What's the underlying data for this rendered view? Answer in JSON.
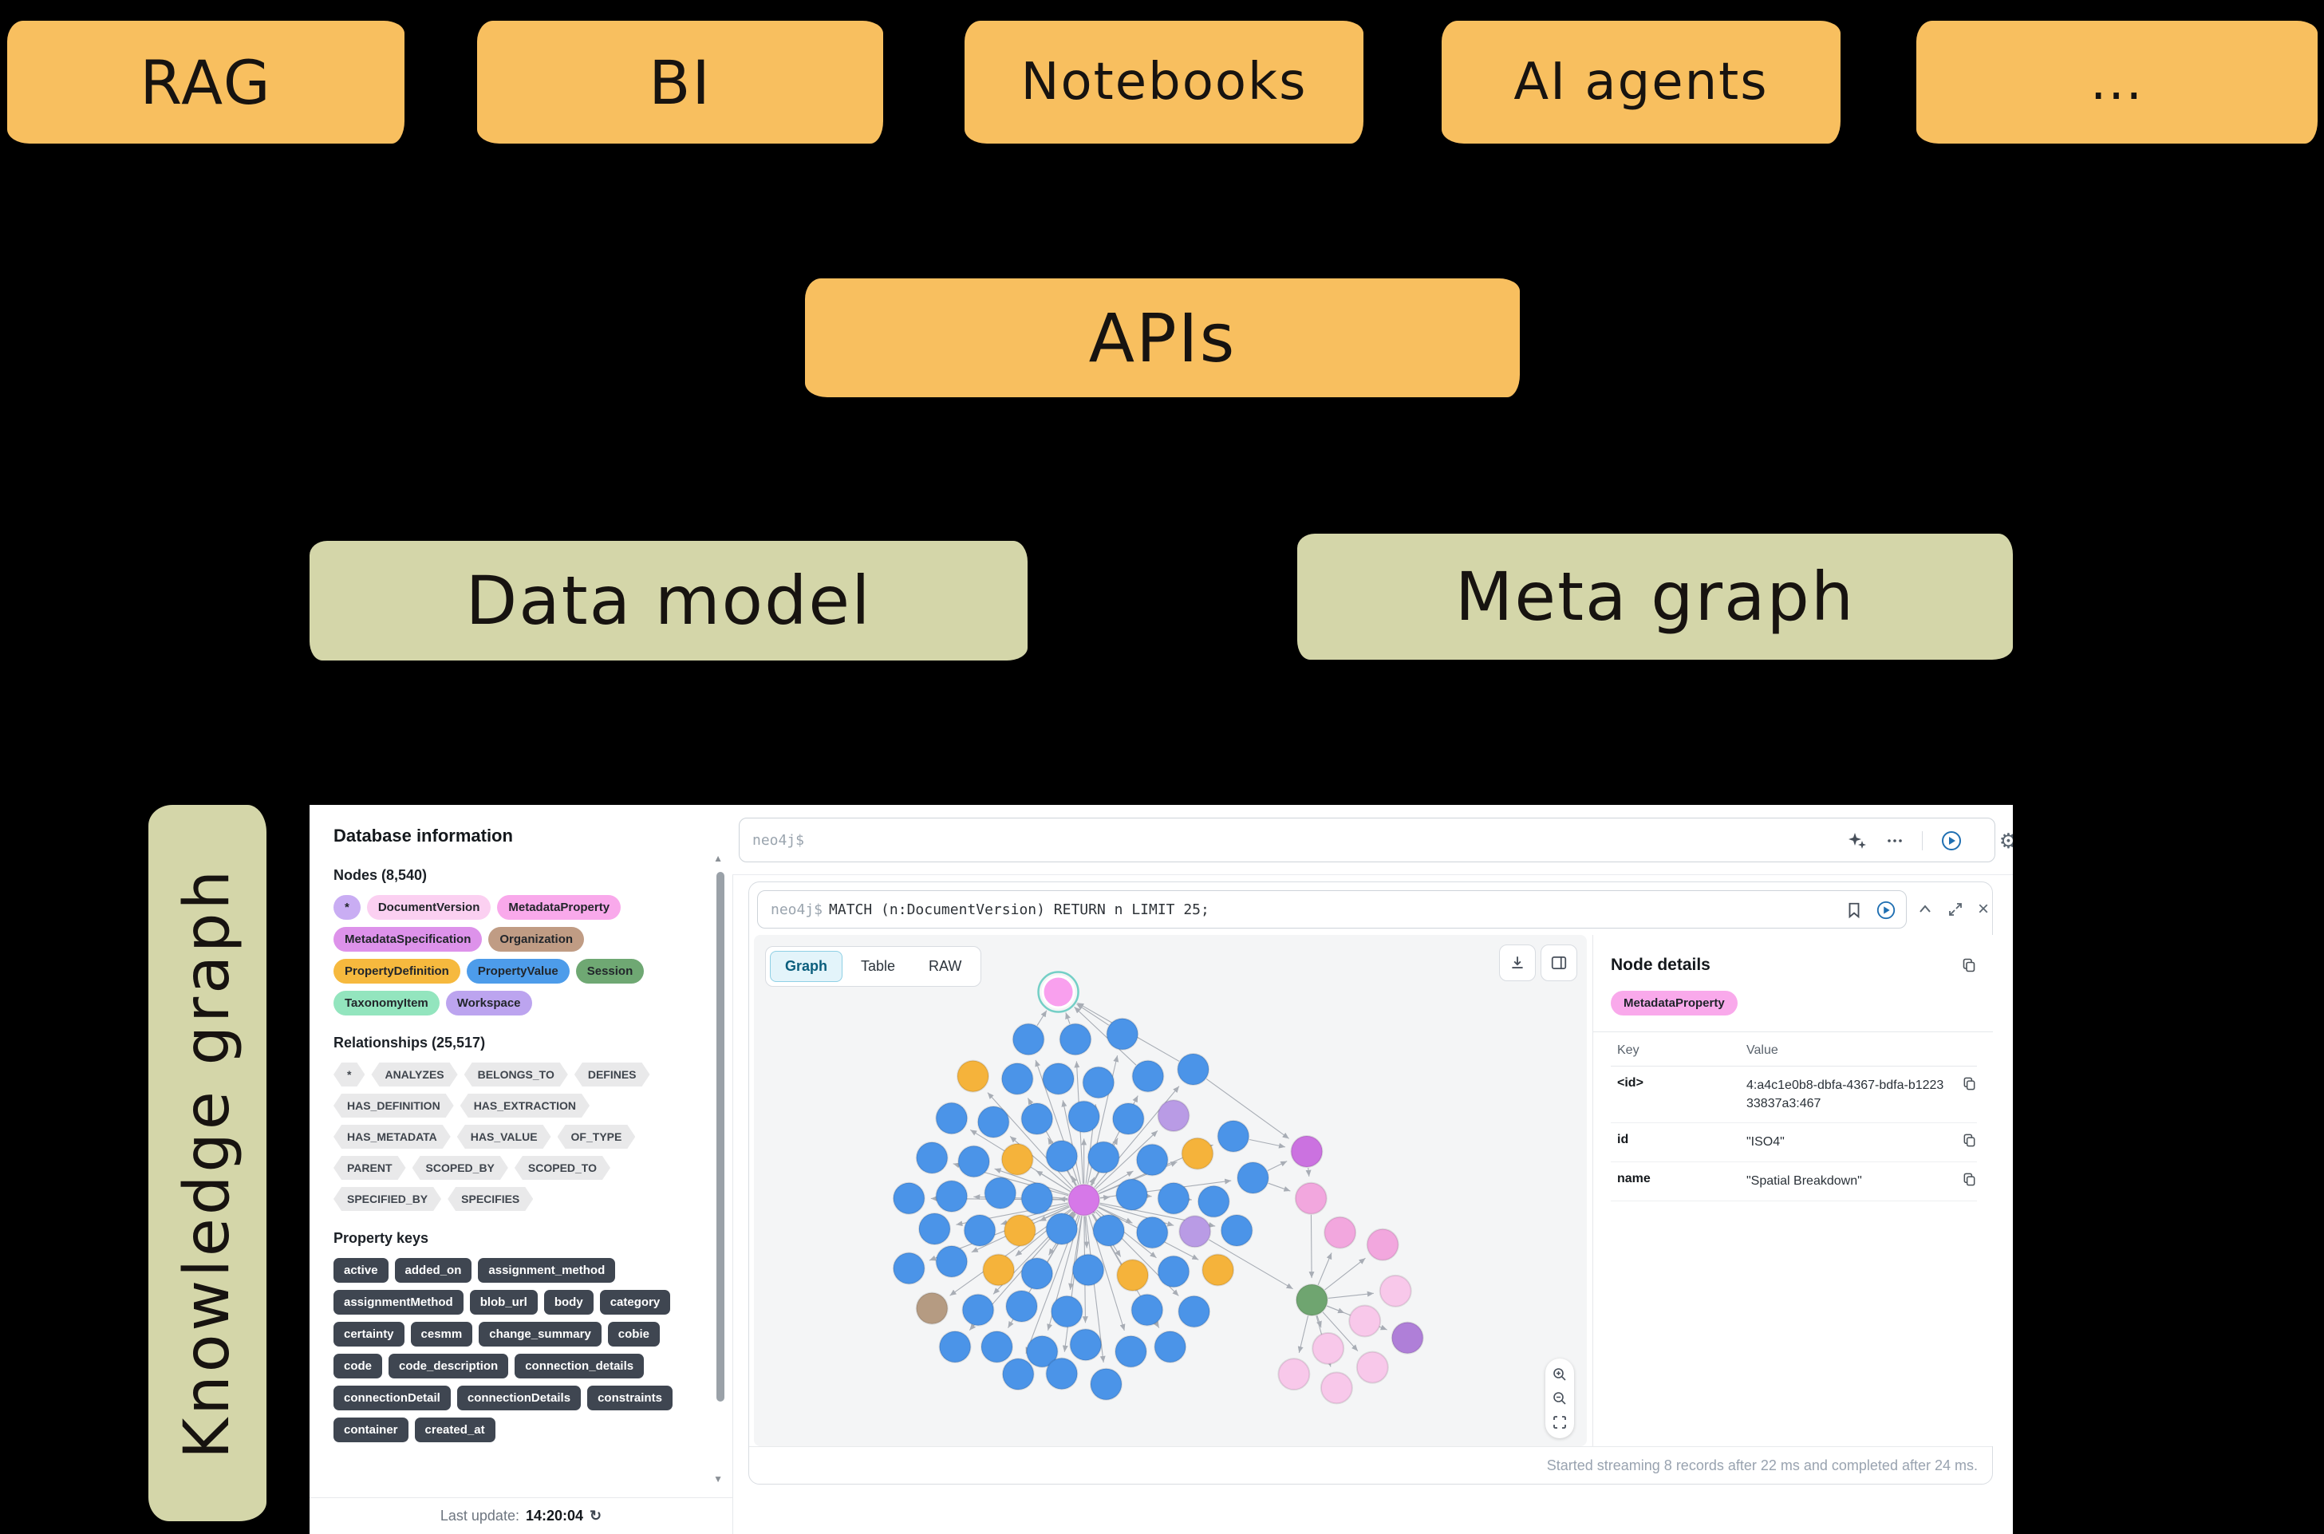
{
  "diagram": {
    "top_boxes": [
      "RAG",
      "BI",
      "Notebooks",
      "AI agents",
      "..."
    ],
    "apis_label": "APIs",
    "data_model_label": "Data model",
    "meta_graph_label": "Meta graph",
    "knowledge_graph_label": "Knowledge graph",
    "colors": {
      "sticky_orange": "#F8BF5F",
      "sticky_olive": "#D4D6A9",
      "background": "#000000"
    }
  },
  "neo4j": {
    "sidebar": {
      "title": "Database information",
      "nodes_header": "Nodes (8,540)",
      "node_labels": [
        {
          "label": "*",
          "color": "#C9ADF3"
        },
        {
          "label": "DocumentVersion",
          "color": "#FBD0F1"
        },
        {
          "label": "MetadataProperty",
          "color": "#F9A9EB"
        },
        {
          "label": "MetadataSpecification",
          "color": "#DD92EA"
        },
        {
          "label": "Organization",
          "color": "#C09C84"
        },
        {
          "label": "PropertyDefinition",
          "color": "#F6B93E"
        },
        {
          "label": "PropertyValue",
          "color": "#4D9CEA"
        },
        {
          "label": "Session",
          "color": "#6FA873"
        },
        {
          "label": "TaxonomyItem",
          "color": "#93E5BE"
        },
        {
          "label": "Workspace",
          "color": "#BCA4EF"
        }
      ],
      "relationships_header": "Relationships (25,517)",
      "relationship_types": [
        "*",
        "ANALYZES",
        "BELONGS_TO",
        "DEFINES",
        "HAS_DEFINITION",
        "HAS_EXTRACTION",
        "HAS_METADATA",
        "HAS_VALUE",
        "OF_TYPE",
        "PARENT",
        "SCOPED_BY",
        "SCOPED_TO",
        "SPECIFIED_BY",
        "SPECIFIES"
      ],
      "property_keys_header": "Property keys",
      "property_keys": [
        "active",
        "added_on",
        "assignment_method",
        "assignmentMethod",
        "blob_url",
        "body",
        "category",
        "certainty",
        "cesmm",
        "change_summary",
        "cobie",
        "code",
        "code_description",
        "connection_details",
        "connectionDetail",
        "connectionDetails",
        "constraints",
        "container",
        "created_at"
      ],
      "last_update_label": "Last update:",
      "last_update_time": "14:20:04"
    },
    "editor": {
      "prompt": "neo4j$"
    },
    "result": {
      "prompt": "neo4j$",
      "query": "MATCH (n:DocumentVersion) RETURN n LIMIT 25;",
      "tabs": [
        "Graph",
        "Table",
        "RAW"
      ],
      "active_tab": "Graph",
      "status": "Started streaming 8 records after 22 ms and completed after 24 ms."
    },
    "node_details": {
      "title": "Node details",
      "label": "MetadataProperty",
      "label_color": "#F9A9EB",
      "columns": [
        "Key",
        "Value"
      ],
      "rows": [
        {
          "key": "<id>",
          "value": "4:a4c1e0b8-dbfa-4367-bdfa-b122333837a3:467"
        },
        {
          "key": "id",
          "value": "\"ISO4\""
        },
        {
          "key": "name",
          "value": "\"Spatial Breakdown\""
        }
      ]
    },
    "graph": {
      "colors": {
        "B": "#4B94E8",
        "O": "#F5B33B",
        "P": "#B99BE5",
        "M": "#D678E8",
        "V": "#CB72E0",
        "K": "#F2A7DE",
        "L": "#F8C8EA",
        "S": "#F9A0EE",
        "G": "#6FA570",
        "N": "#B59B82",
        "U": "#AF7FD8",
        "edge": "#A8ADB5",
        "selected_ring": "#74CFC6"
      },
      "nodes": [
        [
          39.5,
          52,
          "M"
        ],
        [
          36.5,
          12.5,
          "S"
        ],
        [
          33,
          21.5,
          "B"
        ],
        [
          38.5,
          21.5,
          "B"
        ],
        [
          44,
          20.5,
          "B"
        ],
        [
          26.5,
          28.5,
          "O"
        ],
        [
          31.7,
          29,
          "B"
        ],
        [
          36.5,
          29,
          "B"
        ],
        [
          41.2,
          29.7,
          "B"
        ],
        [
          47,
          28.5,
          "B"
        ],
        [
          52.3,
          27.2,
          "B"
        ],
        [
          50,
          36,
          "P"
        ],
        [
          24,
          36.5,
          "B"
        ],
        [
          28.9,
          37.2,
          "B"
        ],
        [
          34,
          36.6,
          "B"
        ],
        [
          39.5,
          36.2,
          "B"
        ],
        [
          44.7,
          36.6,
          "B"
        ],
        [
          57,
          39.9,
          "B"
        ],
        [
          65.6,
          42.8,
          "V"
        ],
        [
          21.7,
          44,
          "B"
        ],
        [
          26.6,
          44.7,
          "B"
        ],
        [
          31.7,
          44.3,
          "O"
        ],
        [
          36.9,
          43.7,
          "B"
        ],
        [
          41.8,
          43.9,
          "B"
        ],
        [
          47.5,
          44.4,
          "B"
        ],
        [
          52.8,
          43.2,
          "O"
        ],
        [
          59.3,
          47.8,
          "B"
        ],
        [
          19,
          51.7,
          "B"
        ],
        [
          24,
          51.3,
          "B"
        ],
        [
          29.7,
          50.7,
          "B"
        ],
        [
          34,
          51.7,
          "B"
        ],
        [
          45.1,
          51,
          "B"
        ],
        [
          50,
          51.7,
          "B"
        ],
        [
          54.7,
          52.3,
          "B"
        ],
        [
          66.1,
          51.7,
          "K"
        ],
        [
          22,
          57.5,
          "B"
        ],
        [
          27.3,
          57.8,
          "B"
        ],
        [
          32,
          57.8,
          "O"
        ],
        [
          36.9,
          57.5,
          "B"
        ],
        [
          42.4,
          57.8,
          "B"
        ],
        [
          47.5,
          58.2,
          "B"
        ],
        [
          52.5,
          58,
          "P"
        ],
        [
          57.4,
          57.8,
          "B"
        ],
        [
          69.5,
          58.2,
          "K"
        ],
        [
          74.5,
          60.5,
          "K"
        ],
        [
          19,
          65,
          "B"
        ],
        [
          24,
          63.7,
          "B"
        ],
        [
          29.5,
          65.3,
          "O"
        ],
        [
          34,
          66,
          "B"
        ],
        [
          40,
          65.3,
          "B"
        ],
        [
          45.2,
          66.3,
          "O"
        ],
        [
          50,
          65.6,
          "B"
        ],
        [
          55.2,
          65.3,
          "O"
        ],
        [
          76,
          69.3,
          "L"
        ],
        [
          21.7,
          72.6,
          "N"
        ],
        [
          27.1,
          72.9,
          "B"
        ],
        [
          32.2,
          72.2,
          "B"
        ],
        [
          37.5,
          73.2,
          "B"
        ],
        [
          46.9,
          72.9,
          "B"
        ],
        [
          52.4,
          73.2,
          "B"
        ],
        [
          66.2,
          71,
          "G"
        ],
        [
          72.4,
          75,
          "L"
        ],
        [
          77.4,
          78.2,
          "U"
        ],
        [
          24.4,
          79.9,
          "B"
        ],
        [
          29.3,
          79.9,
          "B"
        ],
        [
          34.6,
          80.8,
          "B"
        ],
        [
          39.7,
          79.5,
          "B"
        ],
        [
          45,
          80.8,
          "B"
        ],
        [
          49.6,
          79.9,
          "B"
        ],
        [
          68.1,
          80.2,
          "L"
        ],
        [
          73.3,
          83.8,
          "L"
        ],
        [
          64.1,
          85.1,
          "L"
        ],
        [
          69.1,
          87.7,
          "L"
        ],
        [
          31.8,
          85.1,
          "B"
        ],
        [
          36.9,
          85,
          "B"
        ],
        [
          42.1,
          87,
          "B"
        ]
      ],
      "edges": [
        [
          0,
          2
        ],
        [
          0,
          3
        ],
        [
          0,
          4
        ],
        [
          0,
          5
        ],
        [
          0,
          6
        ],
        [
          0,
          7
        ],
        [
          0,
          8
        ],
        [
          0,
          9
        ],
        [
          0,
          10
        ],
        [
          0,
          11
        ],
        [
          0,
          12
        ],
        [
          0,
          13
        ],
        [
          0,
          14
        ],
        [
          0,
          15
        ],
        [
          0,
          16
        ],
        [
          0,
          17
        ],
        [
          0,
          19
        ],
        [
          0,
          20
        ],
        [
          0,
          21
        ],
        [
          0,
          22
        ],
        [
          0,
          23
        ],
        [
          0,
          24
        ],
        [
          0,
          25
        ],
        [
          0,
          26
        ],
        [
          0,
          27
        ],
        [
          0,
          28
        ],
        [
          0,
          29
        ],
        [
          0,
          30
        ],
        [
          0,
          31
        ],
        [
          0,
          35
        ],
        [
          0,
          36
        ],
        [
          0,
          37
        ],
        [
          0,
          38
        ],
        [
          0,
          39
        ],
        [
          0,
          40
        ],
        [
          0,
          41
        ],
        [
          0,
          42
        ],
        [
          0,
          45
        ],
        [
          0,
          46
        ],
        [
          0,
          47
        ],
        [
          0,
          48
        ],
        [
          0,
          49
        ],
        [
          0,
          50
        ],
        [
          0,
          51
        ],
        [
          0,
          52
        ],
        [
          0,
          54
        ],
        [
          0,
          55
        ],
        [
          0,
          56
        ],
        [
          0,
          57
        ],
        [
          0,
          58
        ],
        [
          0,
          59
        ],
        [
          0,
          63
        ],
        [
          0,
          64
        ],
        [
          0,
          65
        ],
        [
          0,
          66
        ],
        [
          0,
          67
        ],
        [
          0,
          68
        ],
        [
          0,
          73
        ],
        [
          0,
          74
        ],
        [
          0,
          75
        ],
        [
          31,
          32
        ],
        [
          32,
          33
        ],
        [
          2,
          1
        ],
        [
          3,
          1
        ],
        [
          4,
          1
        ],
        [
          9,
          1
        ],
        [
          10,
          1
        ],
        [
          10,
          18
        ],
        [
          17,
          18
        ],
        [
          26,
          18
        ],
        [
          26,
          34
        ],
        [
          18,
          34
        ],
        [
          34,
          60
        ],
        [
          41,
          60
        ],
        [
          60,
          43
        ],
        [
          60,
          44
        ],
        [
          60,
          53
        ],
        [
          60,
          61
        ],
        [
          60,
          62
        ],
        [
          60,
          69
        ],
        [
          60,
          70
        ],
        [
          60,
          71
        ],
        [
          60,
          72
        ]
      ]
    }
  }
}
